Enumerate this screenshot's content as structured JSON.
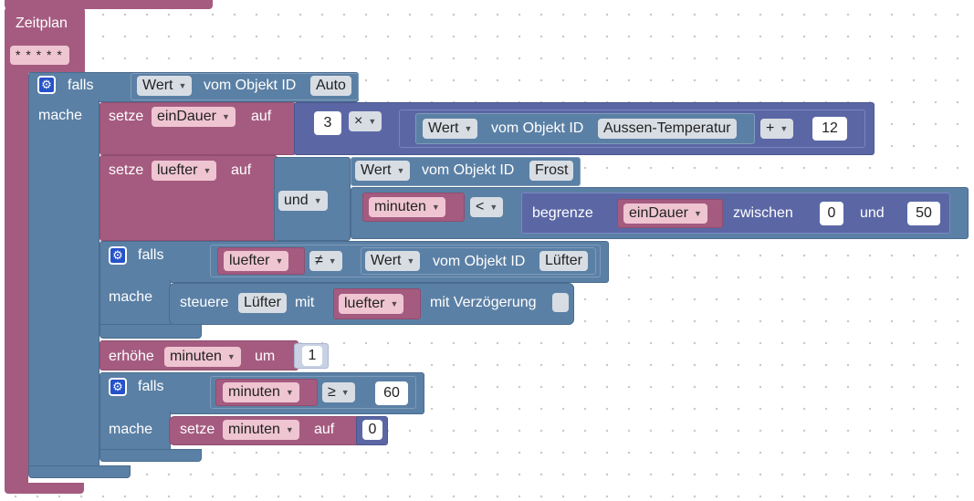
{
  "trigger": {
    "title": "Zeitplan",
    "cron": "* * * * *"
  },
  "if1": {
    "falls": "falls",
    "mache": "mache",
    "cond": {
      "field": "Wert",
      "label": "vom Objekt ID",
      "object": "Auto"
    }
  },
  "set1": {
    "setze": "setze",
    "var": "einDauer",
    "auf": "auf",
    "lhs": "3",
    "op": "×",
    "value": {
      "field": "Wert",
      "label": "vom Objekt ID",
      "object": "Aussen-Temperatur"
    },
    "op2": "+",
    "rhs": "12"
  },
  "set2": {
    "setze": "setze",
    "var": "luefter",
    "auf": "auf",
    "logic_op": "und",
    "value": {
      "field": "Wert",
      "label": "vom Objekt ID",
      "object": "Frost"
    },
    "cmp_var": "minuten",
    "cmp_op": "<",
    "constrain": {
      "label": "begrenze",
      "var": "einDauer",
      "between": "zwischen",
      "low": "0",
      "and": "und",
      "high": "50"
    }
  },
  "if2": {
    "falls": "falls",
    "mache": "mache",
    "cond_var": "luefter",
    "cond_op": "≠",
    "value": {
      "field": "Wert",
      "label": "vom Objekt ID",
      "object": "Lüfter"
    },
    "control": {
      "steuere": "steuere",
      "object": "Lüfter",
      "mit": "mit",
      "var": "luefter",
      "delay": "mit Verzögerung"
    }
  },
  "inc": {
    "label": "erhöhe",
    "var": "minuten",
    "um": "um",
    "value": "1"
  },
  "if3": {
    "falls": "falls",
    "mache": "mache",
    "cond_var": "minuten",
    "cond_op": "≥",
    "value": "60",
    "set": {
      "setze": "setze",
      "var": "minuten",
      "auf": "auf",
      "value": "0"
    }
  },
  "colors": {
    "logic": "#5b80a5",
    "variables": "#a55b80",
    "math": "#5b67a5",
    "gear": "#2552c9"
  }
}
